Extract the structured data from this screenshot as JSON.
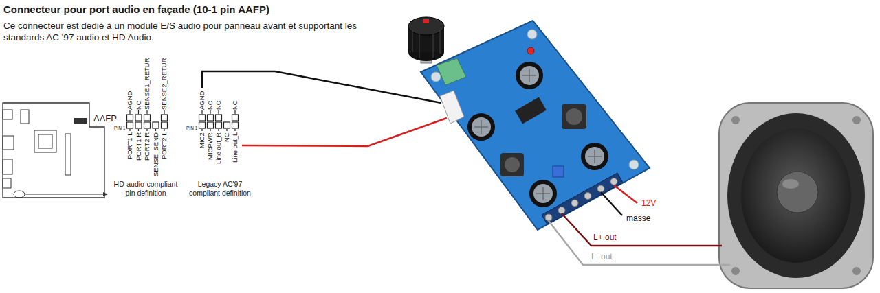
{
  "diagram": {
    "title": "Connecteur pour port audio en façade (10-1 pin AAFP)",
    "labels": [
      "Ce connecteur est dédié à un module E/S audio pour panneau avant et supportant les standards AC '97 audio et HD Audio.",
      "AAFP",
      "PIN 1",
      "AGND",
      "NC",
      "SENSE1_RETUR",
      "SENSE2_RETUR",
      "PORT1 L",
      "PORT1 R",
      "PORT2 R",
      "SENSE_SEND",
      "PORT2 L",
      "HD-audio-compliant pin definition",
      "PIN 1",
      "AGND",
      "NC",
      "NC",
      "NC",
      "MIC2",
      "MICPWR",
      "Line out_R",
      "NC",
      "Line out_L",
      "Legacy AC'97 compliant definition",
      "12V",
      "masse",
      "L+ out",
      "L- out"
    ]
  }
}
